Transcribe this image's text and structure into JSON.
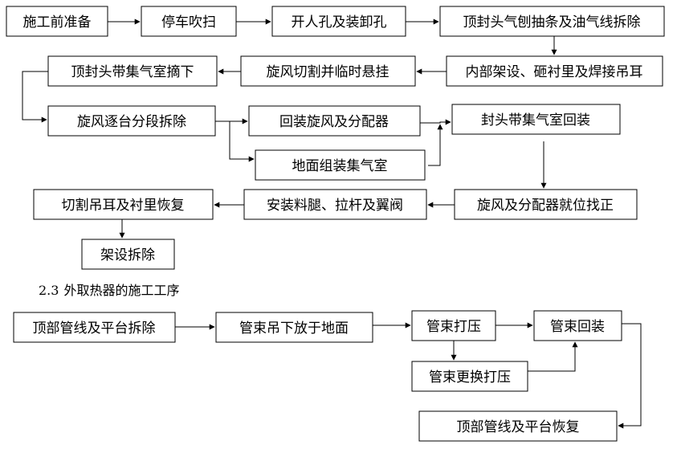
{
  "section_title": {
    "number": "2.3",
    "text": "外取热器的施工工序"
  },
  "flow1": {
    "preparation": "施工前准备",
    "parking_purge": "停车吹扫",
    "open_manhole": "开人孔及装卸孔",
    "top_head_dismantle": "顶封头气刨抽条及油气线拆除",
    "internal_scaffold": "内部架设、砸衬里及焊接吊耳",
    "cyclone_cut": "旋风切割并临时悬挂",
    "top_head_remove": "顶封头带集气室摘下",
    "cyclone_dismantle": "旋风逐台分段拆除",
    "cyclone_reinstall": "回装旋风及分配器",
    "ground_assembly": "地面组装集气室",
    "head_chamber_reinstall": "封头带集气室回装",
    "cyclone_alignment": "旋风及分配器就位找正",
    "install_legs": "安装料腿、拉杆及翼阀",
    "cut_lugs": "切割吊耳及衬里恢复",
    "scaffold_remove": "架设拆除"
  },
  "flow2": {
    "top_pipe_dismantle": "顶部管线及平台拆除",
    "bundle_lower": "管束吊下放于地面",
    "bundle_test": "管束打压",
    "bundle_reinstall": "管束回装",
    "bundle_replace": "管束更换打压",
    "top_pipe_restore": "顶部管线及平台恢复"
  }
}
